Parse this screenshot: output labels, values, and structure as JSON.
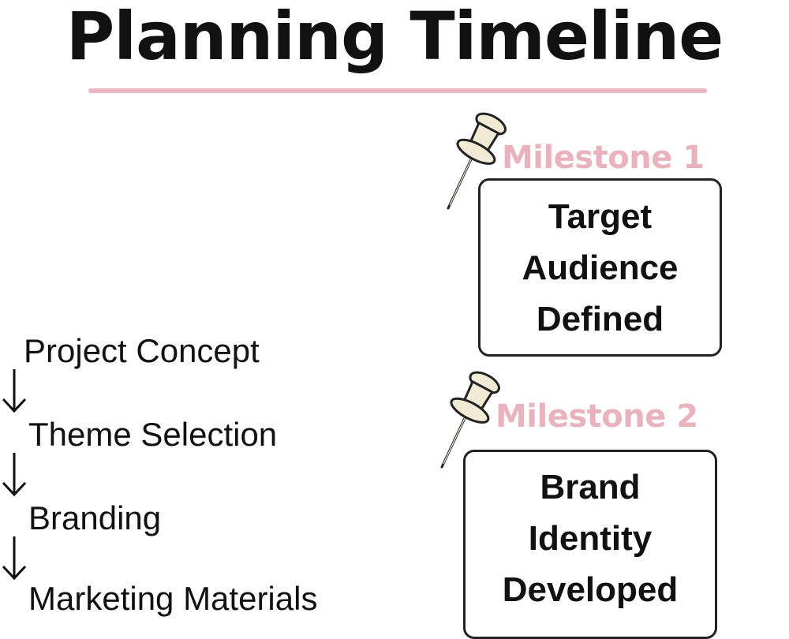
{
  "title": "Planning Timeline",
  "flow": {
    "steps": [
      "Project Concept",
      "Theme Selection",
      "Branding",
      "Marketing Materials"
    ]
  },
  "milestones": [
    {
      "label": "Milestone 1",
      "lines": [
        "Target",
        "Audience",
        "Defined"
      ]
    },
    {
      "label": "Milestone 2",
      "lines": [
        "Brand",
        "Identity",
        "Developed"
      ]
    }
  ],
  "colors": {
    "accent_pink": "#e9b3be",
    "rule_pink": "#e9b8c1",
    "pin_head": "#f3ead5",
    "text": "#111111"
  },
  "icons": {
    "pin": "push-pin-icon",
    "arrow": "arrow-down-icon"
  }
}
